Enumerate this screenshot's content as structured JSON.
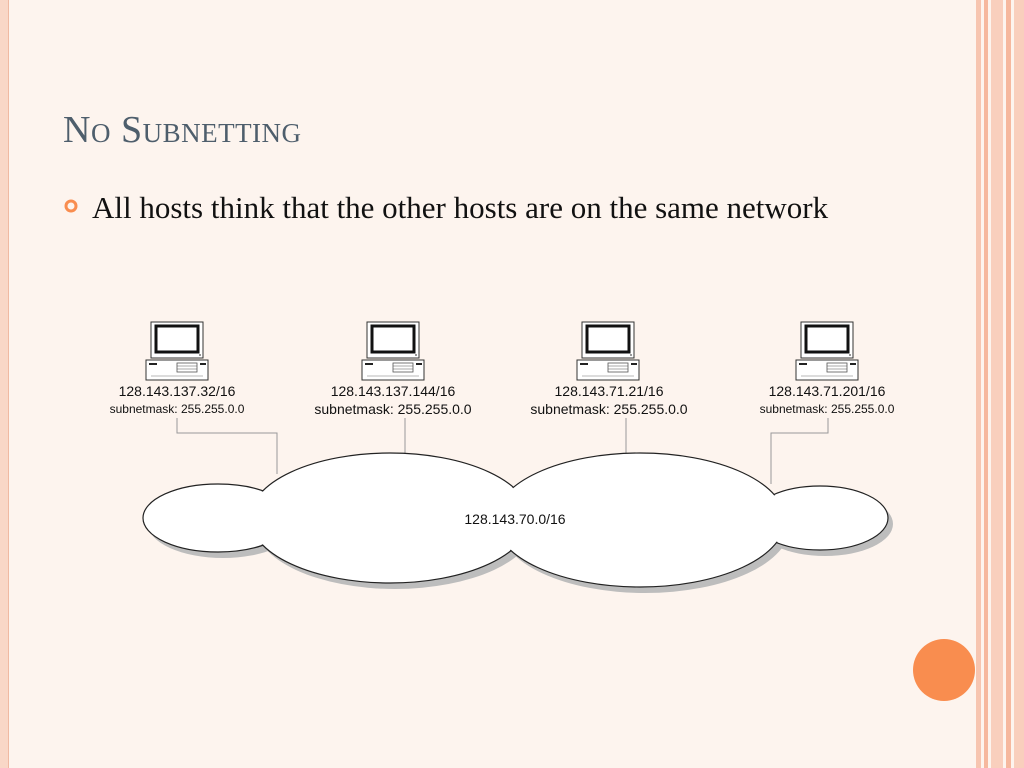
{
  "slide": {
    "title": "No Subnetting",
    "bullets": [
      {
        "text": "All hosts think that the other hosts are on the same network"
      }
    ]
  },
  "network": {
    "cloud_label": "128.143.70.0/16",
    "hosts": [
      {
        "address": "128.143.137.32/16",
        "mask": "subnetmask: 255.255.0.0"
      },
      {
        "address": "128.143.137.144/16",
        "mask": "subnetmask: 255.255.0.0"
      },
      {
        "address": "128.143.71.21/16",
        "mask": "subnetmask: 255.255.0.0"
      },
      {
        "address": "128.143.71.201/16",
        "mask": "subnetmask: 255.255.0.0"
      }
    ]
  },
  "colors": {
    "title": "#4e5e6c",
    "accent": "#f98d4f",
    "background": "#fdf4ee"
  }
}
